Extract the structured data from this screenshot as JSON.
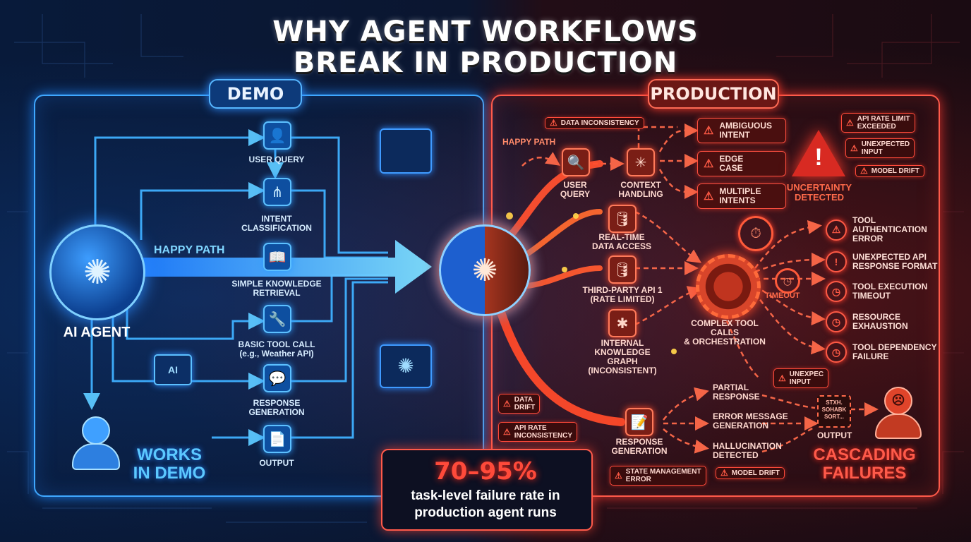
{
  "title_line1": "WHY AGENT WORKFLOWS",
  "title_line2": "BREAK IN PRODUCTION",
  "demo": {
    "label": "DEMO",
    "agent_label": "AI AGENT",
    "happy_path": "HAPPY PATH",
    "works": "WORKS\nIN DEMO",
    "chip_label": "AI",
    "steps": [
      {
        "label": "USER QUERY"
      },
      {
        "label": "INTENT\nCLASSIFICATION"
      },
      {
        "label": "SIMPLE KNOWLEDGE\nRETRIEVAL"
      },
      {
        "label": "BASIC TOOL CALL\n(e.g., Weather API)"
      },
      {
        "label": "RESPONSE\nGENERATION"
      },
      {
        "label": "OUTPUT"
      }
    ]
  },
  "production": {
    "label": "PRODUCTION",
    "happy_path": "HAPPY PATH",
    "nodes": {
      "user_query": "USER\nQUERY",
      "context": "CONTEXT\nHANDLING",
      "realtime": "REAL-TIME\nDATA ACCESS",
      "thirdparty": "THIRD-PARTY API 1\n(RATE LIMITED)",
      "knowledge": "INTERNAL\nKNOWLEDGE GRAPH\n(INCONSISTENT)",
      "orchestration": "COMPLEX TOOL CALLS\n& ORCHESTRATION",
      "response": "RESPONSE\nGENERATION",
      "output": "OUTPUT"
    },
    "intent_warnings": [
      "AMBIGUOUS\nINTENT",
      "EDGE\nCASE",
      "MULTIPLE\nINTENTS"
    ],
    "top_warnings": [
      "API RATE LIMIT\nEXCEEDED",
      "UNEXPECTED\nINPUT",
      "MODEL DRIFT"
    ],
    "data_inconsistency": "DATA INCONSISTENCY",
    "uncertainty": "UNCERTAINTY\nDETECTED",
    "timeout": "TIMEOUT",
    "tool_failures": [
      "TOOL\nAUTHENTICATION\nERROR",
      "UNEXPECTED API\nRESPONSE FORMAT",
      "TOOL EXECUTION\nTIMEOUT",
      "RESOURCE\nEXHAUSTION",
      "TOOL DEPENDENCY\nFAILURE"
    ],
    "response_outcomes": [
      "PARTIAL\nRESPONSE",
      "ERROR MESSAGE\nGENERATION",
      "HALLUCINATION\nDETECTED"
    ],
    "unexpected_input": "UNEXPEC\nINPUT",
    "data_drift": "DATA\nDRIFT",
    "api_rate_inconsistency": "API RATE\nINCONSISTENCY",
    "state_mgmt": "STATE MANAGEMENT\nERROR",
    "model_drift_bottom": "MODEL DRIFT",
    "garbled_output": "STXH.\nSOHABK\nSORT...",
    "cascading": "CASCADING\nFAILURES"
  },
  "stat": {
    "value": "70–95%",
    "line1": "task-level failure rate in",
    "line2": "production agent runs"
  },
  "colors": {
    "demo_accent": "#3fa8ff",
    "prod_accent": "#ff5a4a"
  }
}
